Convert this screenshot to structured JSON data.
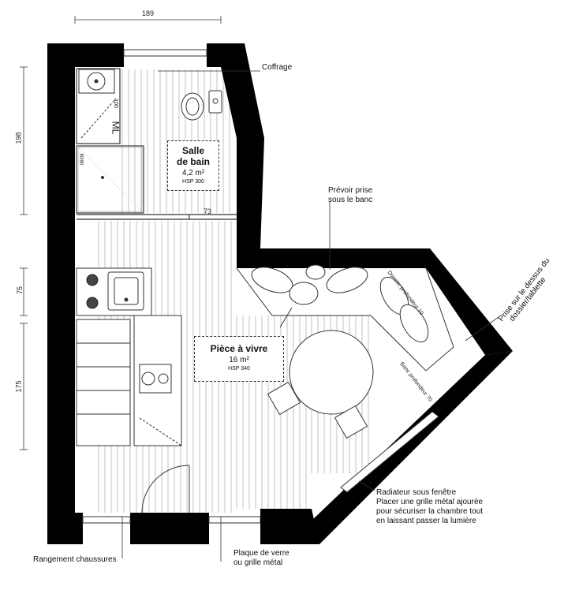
{
  "dimensions": {
    "top_width": "189",
    "left_top": "198",
    "left_mid": "75",
    "left_bottom": "175",
    "passage": "73"
  },
  "rooms": {
    "bath": {
      "title_line1": "Salle",
      "title_line2": "de bain",
      "area": "4,2 m²",
      "hsp": "HSP 300"
    },
    "living": {
      "title": "Pièce à vivre",
      "area": "16 m²",
      "hsp": "HSP 340"
    }
  },
  "fixtures": {
    "ml_label": "ML",
    "dim_100": "100",
    "dim_8080": "80/80"
  },
  "notes": {
    "coffrage": "Coffrage",
    "prise_banc_line1": "Prévoir prise",
    "prise_banc_line2": "sous le banc",
    "prise_dossier_line1": "Prise sur le dessus du",
    "prise_dossier_line2": "dossier/tablette",
    "dossier_10": "Dossier profondeur 10",
    "banc_70": "Banc profondeur 70",
    "radiateur_line1": "Radiateur sous fenêtre",
    "radiateur_line2": "Placer une grille métal ajourée",
    "radiateur_line3": "pour sécuriser la chambre tout",
    "radiateur_line4": "en laissant passer la lumière",
    "rangement": "Rangement chaussures",
    "plaque_line1": "Plaque de verre",
    "plaque_line2": "ou grille métal"
  },
  "colors": {
    "wall": "#000000",
    "line": "#444444",
    "floor_line": "#9a9a9a"
  }
}
